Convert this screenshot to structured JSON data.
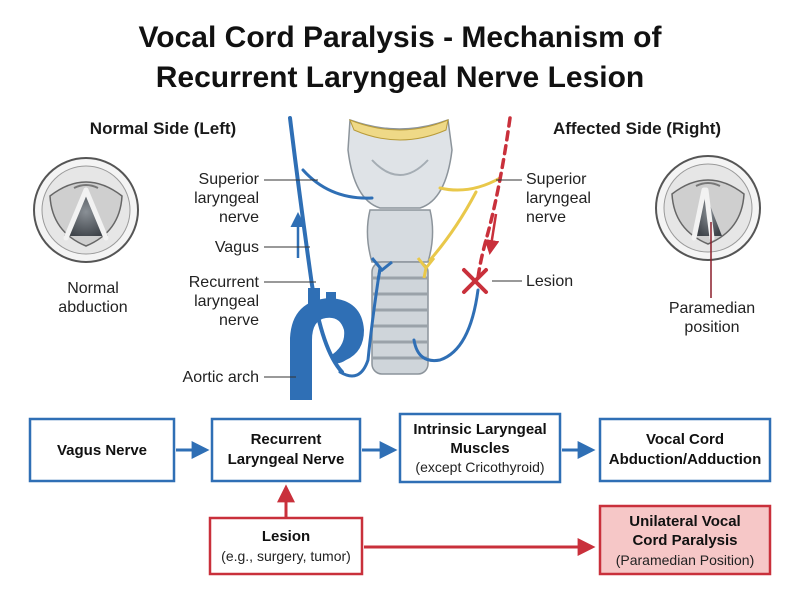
{
  "title": {
    "line1": "Vocal Cord Paralysis - Mechanism of",
    "line2": "Recurrent Laryngeal Nerve Lesion"
  },
  "left": {
    "heading": "Normal Side (Left)",
    "caption_line1": "Normal",
    "caption_line2": "abduction",
    "labels": {
      "superior_1": "Superior",
      "superior_2": "laryngeal",
      "superior_3": "nerve",
      "vagus": "Vagus",
      "recurrent_1": "Recurrent",
      "recurrent_2": "laryngeal",
      "recurrent_3": "nerve",
      "aortic": "Aortic arch"
    }
  },
  "right": {
    "heading": "Affected Side (Right)",
    "caption_line1": "Paramedian",
    "caption_line2": "position",
    "labels": {
      "superior_1": "Superior",
      "superior_2": "laryngeal",
      "superior_3": "nerve",
      "lesion": "Lesion"
    }
  },
  "flow": {
    "vagus_nerve": "Vagus Nerve",
    "rln_1": "Recurrent",
    "rln_2": "Laryngeal Nerve",
    "muscles_1": "Intrinsic Laryngeal",
    "muscles_2": "Muscles",
    "muscles_3": "(except Cricothyroid)",
    "vocal_1": "Vocal Cord",
    "vocal_2": "Abduction/Adduction",
    "lesion_1": "Lesion",
    "lesion_2": "(e.g., surgery, tumor)",
    "paralysis_1": "Unilateral Vocal",
    "paralysis_2": "Cord Paralysis",
    "paralysis_3": "(Paramedian Position)"
  },
  "colors": {
    "nerve_blue": "#2f6fb5",
    "nerve_yellow": "#e9c84a",
    "lesion_red": "#c9303b",
    "box_fill_red": "#f6c7c7",
    "cartilage": "#d9dee3"
  },
  "icons": {
    "lesion_marker": "cross-icon"
  }
}
